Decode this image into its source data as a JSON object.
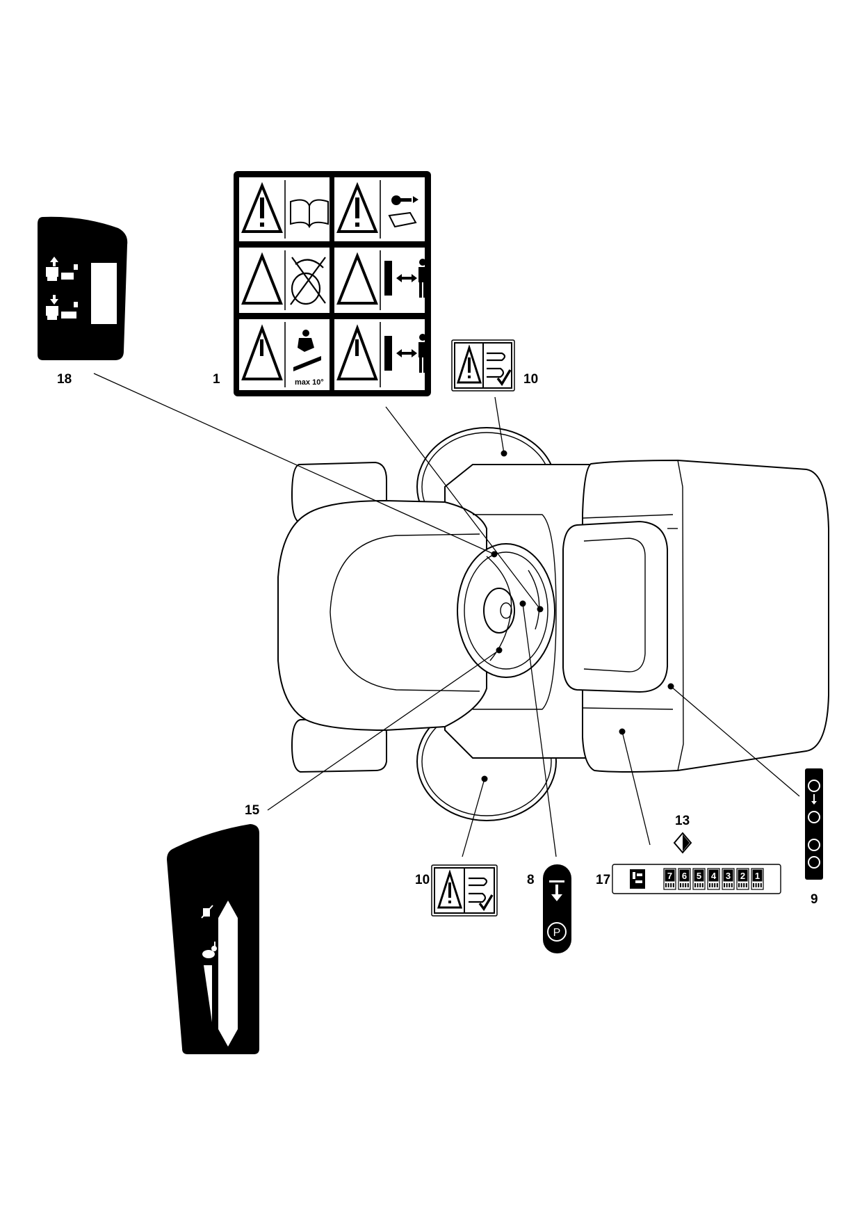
{
  "callouts": {
    "c1": "1",
    "c8": "8",
    "c9": "9",
    "c10a": "10",
    "c10b": "10",
    "c13": "13",
    "c15": "15",
    "c17": "17",
    "c18": "18"
  },
  "decal_1": {
    "slope_text": "max 10°"
  },
  "decal_17": {
    "gears": [
      "7",
      "6",
      "5",
      "4",
      "3",
      "2",
      "1"
    ]
  }
}
